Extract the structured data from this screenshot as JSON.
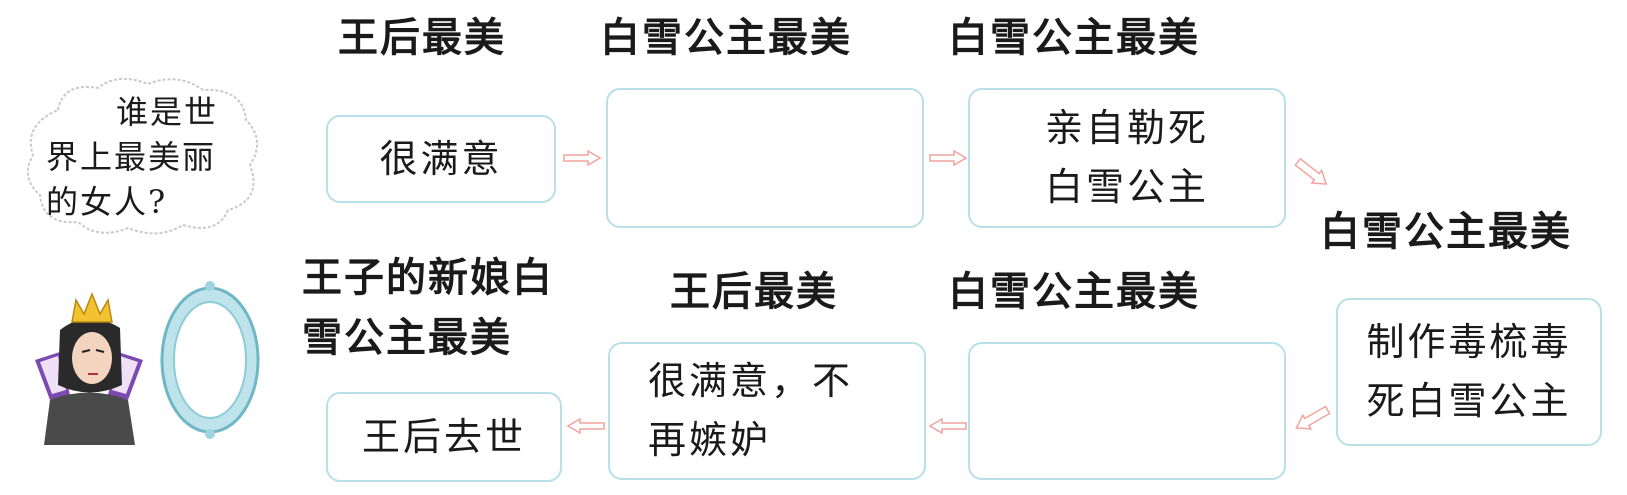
{
  "thought_bubble": {
    "line1": "谁是世",
    "line2": "界上最美丽",
    "line3": "的女人?"
  },
  "top_row": {
    "labels": [
      "王后最美",
      "白雪公主最美",
      "白雪公主最美"
    ],
    "boxes": [
      {
        "lines": [
          "很满意"
        ]
      },
      {
        "lines": []
      },
      {
        "lines": [
          "亲自勒死",
          "白雪公主"
        ]
      }
    ]
  },
  "right_col": {
    "label": "白雪公主最美",
    "box": {
      "lines": [
        "制作毒梳毒",
        "死白雪公主"
      ]
    }
  },
  "bottom_row": {
    "labels": [
      "王子的新娘白",
      "雪公主最美",
      "王后最美",
      "白雪公主最美"
    ],
    "boxes": [
      {
        "lines": [
          "王后去世"
        ]
      },
      {
        "lines": [
          "很满意，不",
          "再嫉妒"
        ]
      },
      {
        "lines": []
      }
    ]
  },
  "colors": {
    "box_border": "#b9dfe9",
    "arrow": "#f2a39e",
    "cloud_border": "#c9c9c9",
    "mirror_frame": "#9fd3de"
  }
}
